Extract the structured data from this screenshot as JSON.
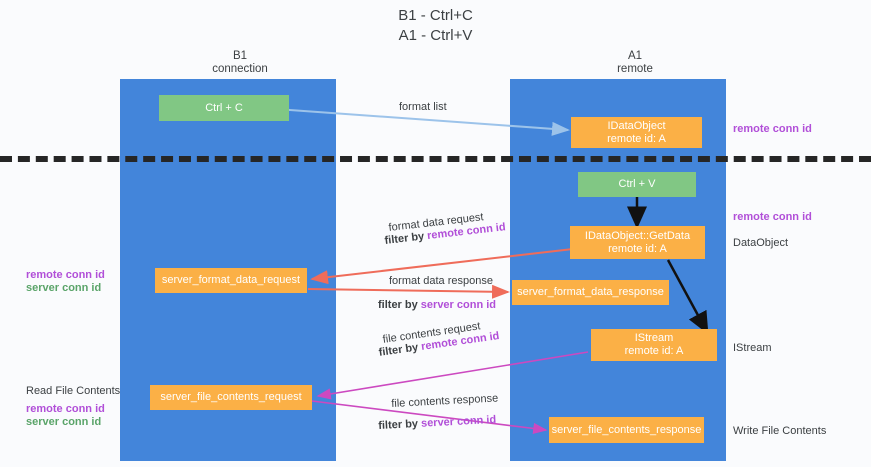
{
  "title": {
    "line1": "B1 - Ctrl+C",
    "line2": "A1 - Ctrl+V"
  },
  "columns": [
    {
      "name": "B1",
      "role": "connection"
    },
    {
      "name": "A1",
      "role": "remote"
    }
  ],
  "nodes": {
    "ctrl_c": {
      "label": "Ctrl + C"
    },
    "ctrl_v": {
      "label": "Ctrl + V"
    },
    "idataobject": {
      "line1": "IDataObject",
      "line2": "remote id: A"
    },
    "getdata": {
      "line1": "IDataObject::GetData",
      "line2": "remote id: A"
    },
    "istream": {
      "line1": "IStream",
      "line2": "remote id: A"
    },
    "server_format_data_request": {
      "label": "server_format_data_request"
    },
    "server_format_data_response": {
      "label": "server_format_data_response"
    },
    "server_file_contents_request": {
      "label": "server_file_contents_request"
    },
    "server_file_contents_response": {
      "label": "server_file_contents_response"
    }
  },
  "arrow_labels": {
    "format_list": "format list",
    "format_data_request": "format data request",
    "format_data_request_filter_prefix": "filter by ",
    "format_data_request_filter_key": "remote conn id",
    "format_data_response": "format data response",
    "format_data_response_filter_prefix": "filter by ",
    "format_data_response_filter_key": "server conn id",
    "file_contents_request": "file contents request",
    "file_contents_request_filter_prefix": "filter by ",
    "file_contents_request_filter_key": "remote conn id",
    "file_contents_response": "file contents response",
    "file_contents_response_filter_prefix": "filter by ",
    "file_contents_response_filter_key": "server conn id"
  },
  "annotations": {
    "right_remote_conn_id_top": "remote conn id",
    "right_remote_conn_id_mid": "remote conn id",
    "right_dataobject": "DataObject",
    "right_istream": "IStream",
    "right_write_file_contents": "Write File Contents",
    "left_remote_conn_id": "remote conn id",
    "left_server_conn_id": "server conn id",
    "left_read_file_contents": "Read File Contents",
    "left_remote_conn_id_2": "remote conn id",
    "left_server_conn_id_2": "server conn id"
  },
  "colors": {
    "lane": "#4385da",
    "green_node": "#81c784",
    "orange_node": "#fbb046",
    "purple_key": "#b14fd8",
    "green_key": "#5aa469",
    "divider": "#262626",
    "wire_blue": "#9cc3ea",
    "wire_red": "#ef6c5a",
    "wire_magenta": "#cc49c0",
    "wire_black": "#111111"
  }
}
